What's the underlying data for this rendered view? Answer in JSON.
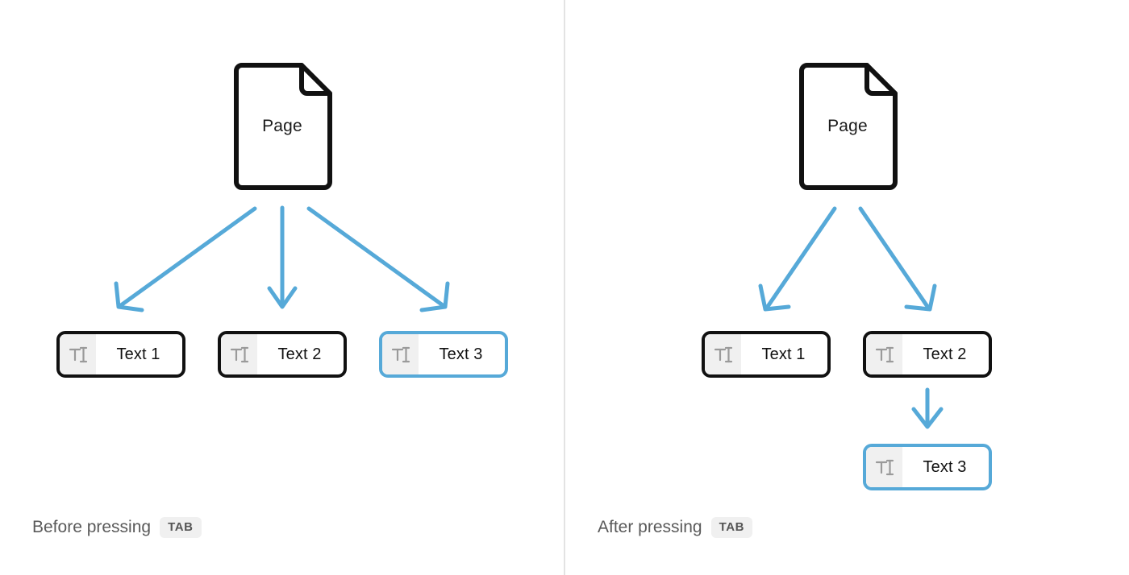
{
  "colors": {
    "arrow_blue": "#56a9d8",
    "selected_border": "#56a9d8",
    "node_border": "#111111",
    "icon_bg": "#f0f0f0",
    "divider": "#e3e3e3",
    "caption_text": "#5a5a5a",
    "kbd_bg": "#f0f0f0",
    "background": "#ffffff"
  },
  "left_panel": {
    "caption": {
      "text": "Before pressing",
      "key": "TAB"
    },
    "page": {
      "label": "Page",
      "icon": "document-page-icon"
    },
    "fields": [
      {
        "label": "Text 1",
        "icon": "text-cursor-icon",
        "selected": false
      },
      {
        "label": "Text 2",
        "icon": "text-cursor-icon",
        "selected": false
      },
      {
        "label": "Text 3",
        "icon": "text-cursor-icon",
        "selected": true
      }
    ]
  },
  "right_panel": {
    "caption": {
      "text": "After pressing",
      "key": "TAB"
    },
    "page": {
      "label": "Page",
      "icon": "document-page-icon"
    },
    "fields": [
      {
        "label": "Text 1",
        "icon": "text-cursor-icon",
        "selected": false
      },
      {
        "label": "Text 2",
        "icon": "text-cursor-icon",
        "selected": false
      },
      {
        "label": "Text 3",
        "icon": "text-cursor-icon",
        "selected": true
      }
    ]
  }
}
